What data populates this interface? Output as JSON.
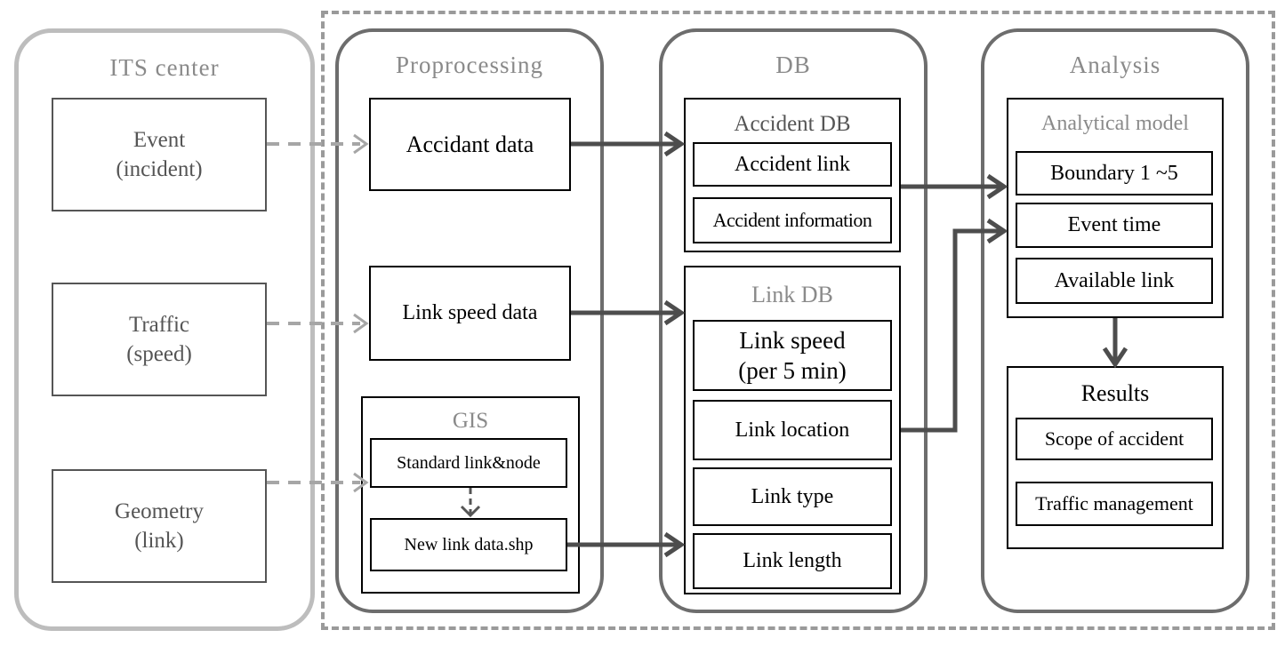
{
  "its_center": {
    "title": "ITS center",
    "event": [
      "Event",
      "(incident)"
    ],
    "traffic": [
      "Traffic",
      "(speed)"
    ],
    "geometry": [
      "Geometry",
      "(link)"
    ]
  },
  "preprocessing": {
    "title": "Proprocessing",
    "accident_data": "Accidant data",
    "link_speed_data": "Link speed data",
    "gis": {
      "title": "GIS",
      "standard": "Standard link&node",
      "new_link": "New link data.shp"
    }
  },
  "db": {
    "title": "DB",
    "accident_db": {
      "title": "Accident DB",
      "items": [
        "Accident link",
        "Accident information"
      ]
    },
    "link_db": {
      "title": "Link DB",
      "speed": [
        "Link speed",
        "(per 5 min)"
      ],
      "location": "Link location",
      "type": "Link type",
      "length": "Link length"
    }
  },
  "analysis": {
    "title": "Analysis",
    "model": {
      "title": "Analytical model",
      "items": [
        "Boundary 1 ~5",
        "Event time",
        "Available link"
      ]
    },
    "results": {
      "title": "Results",
      "items": [
        "Scope of accident",
        "Traffic management"
      ]
    }
  }
}
